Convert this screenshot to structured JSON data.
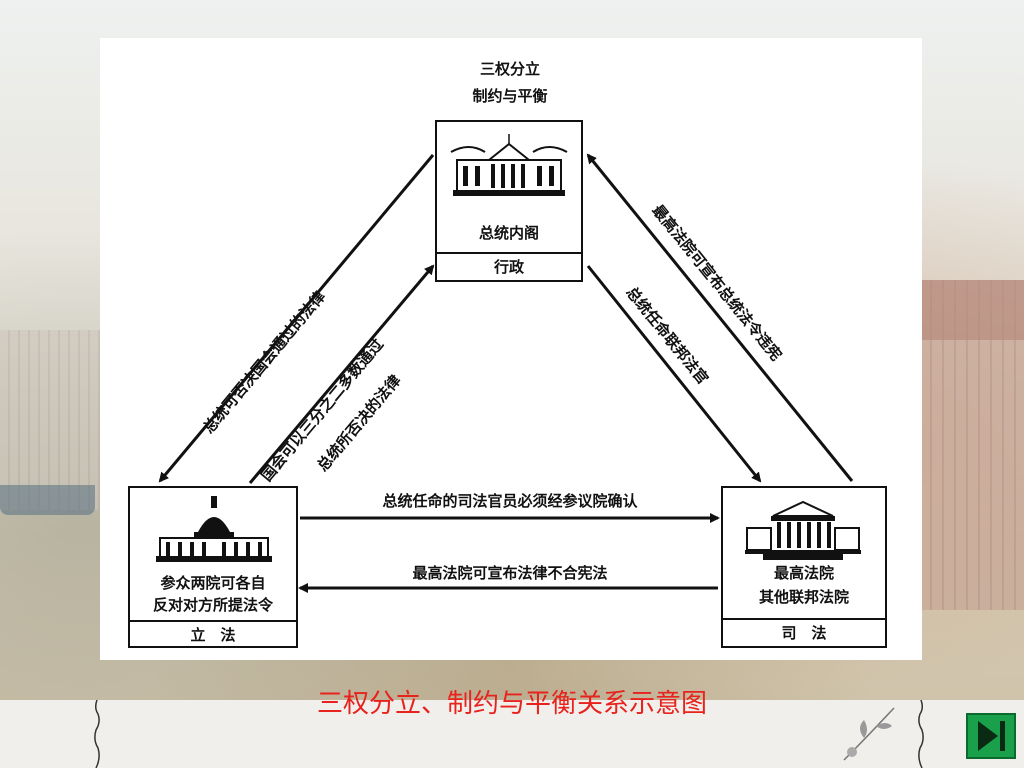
{
  "diagram": {
    "title_line1": "三权分立",
    "title_line2": "制约与平衡",
    "executive": {
      "name": "总统内阁",
      "label": "行政"
    },
    "legislative": {
      "name_line1": "参众两院可各自",
      "name_line2": "反对对方所提法令",
      "label": "立　法"
    },
    "judicial": {
      "name_line1": "最高法院",
      "name_line2": "其他联邦法院",
      "label": "司　法"
    },
    "arrows": {
      "exec_to_leg": "总统可否决国会通过的法律",
      "leg_to_exec_line1": "国会可以三分之二多数通过",
      "leg_to_exec_line2": "总统所否决的法律",
      "exec_to_jud": "总统任命联邦法官",
      "jud_to_exec": "最高法院可宣布总统法令违宪",
      "leg_to_jud": "总统任命的司法官员必须经参议院确认",
      "jud_to_leg": "最高法院可宣布法律不合宪法"
    }
  },
  "caption": "三权分立、制约与平衡关系示意图",
  "colors": {
    "caption": "#e8221c",
    "nav_button": "#1aa04a"
  },
  "icons": {
    "next": "next-slide-icon",
    "white_house": "white-house-icon",
    "capitol": "capitol-icon",
    "court": "supreme-court-icon",
    "flower": "flower-sprig-icon"
  }
}
